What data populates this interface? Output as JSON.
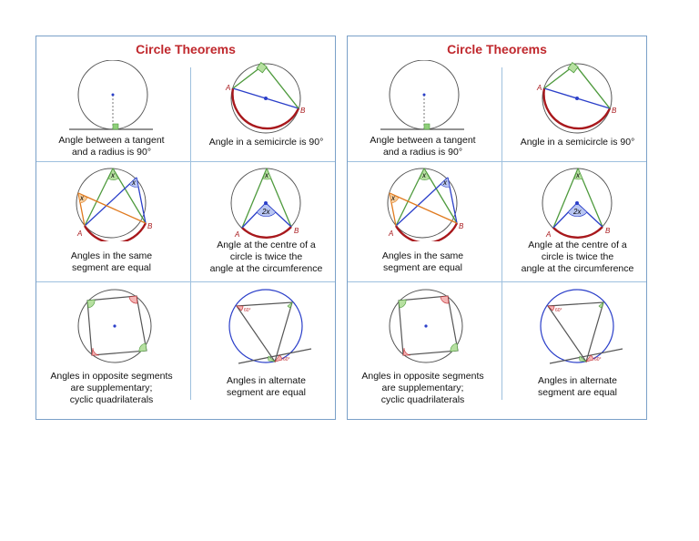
{
  "colors": {
    "title": "#c0282d",
    "frame": "#7aa0c8",
    "divider": "#9ec0de",
    "green": "#4e9a3d",
    "blue": "#2b3fc9",
    "darkred": "#a8181c",
    "orange": "#e07a1f"
  },
  "cards": [
    {
      "title": "Circle Theorems",
      "captions": {
        "tangent": [
          "Angle between a tangent",
          "and a radius is 90°"
        ],
        "semicircle": [
          "Angle in a semicircle is 90°"
        ],
        "same_segment": [
          "Angles in the same",
          "segment are equal"
        ],
        "centre": [
          "Angle at the centre of a",
          "circle is twice the",
          "angle at the circumference"
        ],
        "opposite": [
          "Angles in opposite segments",
          "are supplementary;",
          "cyclic quadrilaterals"
        ],
        "alternate": [
          "Angles in alternate",
          "segment are equal"
        ]
      },
      "labels": {
        "A": "A",
        "B": "B",
        "x": "x",
        "two_x": "2x",
        "deg": "60°"
      }
    },
    {
      "title": "Circle Theorems",
      "captions": {
        "tangent": [
          "Angle between a tangent",
          "and a radius is 90°"
        ],
        "semicircle": [
          "Angle in a semicircle is 90°"
        ],
        "same_segment": [
          "Angles in the same",
          "segment are equal"
        ],
        "centre": [
          "Angle at the centre of a",
          "circle is twice the",
          "angle at the circumference"
        ],
        "opposite": [
          "Angles in opposite segments",
          "are supplementary;",
          "cyclic quadrilaterals"
        ],
        "alternate": [
          "Angles in alternate",
          "segment are equal"
        ]
      },
      "labels": {
        "A": "A",
        "B": "B",
        "x": "x",
        "two_x": "2x",
        "deg": "60°"
      }
    }
  ]
}
